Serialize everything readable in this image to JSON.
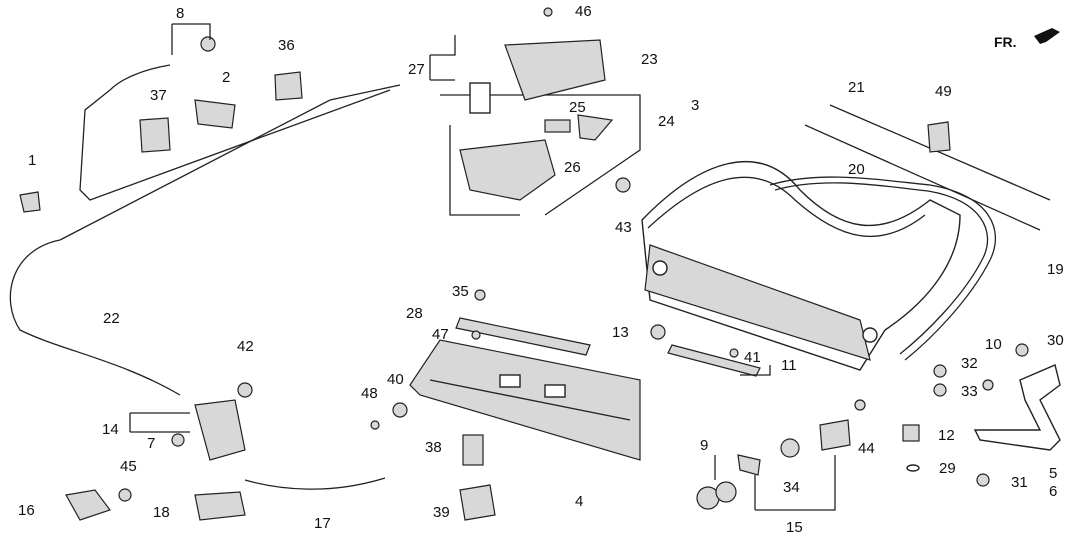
{
  "front_marker": "FR.",
  "callouts": [
    {
      "id": "c1",
      "label": "1"
    },
    {
      "id": "c2",
      "label": "2"
    },
    {
      "id": "c3",
      "label": "3"
    },
    {
      "id": "c4",
      "label": "4"
    },
    {
      "id": "c5",
      "label": "5"
    },
    {
      "id": "c6",
      "label": "6"
    },
    {
      "id": "c7",
      "label": "7"
    },
    {
      "id": "c8",
      "label": "8"
    },
    {
      "id": "c9",
      "label": "9"
    },
    {
      "id": "c10",
      "label": "10"
    },
    {
      "id": "c11",
      "label": "11"
    },
    {
      "id": "c12",
      "label": "12"
    },
    {
      "id": "c13",
      "label": "13"
    },
    {
      "id": "c14",
      "label": "14"
    },
    {
      "id": "c15",
      "label": "15"
    },
    {
      "id": "c16",
      "label": "16"
    },
    {
      "id": "c17",
      "label": "17"
    },
    {
      "id": "c18",
      "label": "18"
    },
    {
      "id": "c19",
      "label": "19"
    },
    {
      "id": "c20",
      "label": "20"
    },
    {
      "id": "c21",
      "label": "21"
    },
    {
      "id": "c22",
      "label": "22"
    },
    {
      "id": "c23",
      "label": "23"
    },
    {
      "id": "c24",
      "label": "24"
    },
    {
      "id": "c25",
      "label": "25"
    },
    {
      "id": "c26",
      "label": "26"
    },
    {
      "id": "c27",
      "label": "27"
    },
    {
      "id": "c28",
      "label": "28"
    },
    {
      "id": "c29",
      "label": "29"
    },
    {
      "id": "c30",
      "label": "30"
    },
    {
      "id": "c31",
      "label": "31"
    },
    {
      "id": "c32",
      "label": "32"
    },
    {
      "id": "c33",
      "label": "33"
    },
    {
      "id": "c34",
      "label": "34"
    },
    {
      "id": "c35",
      "label": "35"
    },
    {
      "id": "c36",
      "label": "36"
    },
    {
      "id": "c37",
      "label": "37"
    },
    {
      "id": "c38",
      "label": "38"
    },
    {
      "id": "c39",
      "label": "39"
    },
    {
      "id": "c40",
      "label": "40"
    },
    {
      "id": "c41",
      "label": "41"
    },
    {
      "id": "c42",
      "label": "42"
    },
    {
      "id": "c43",
      "label": "43"
    },
    {
      "id": "c44",
      "label": "44"
    },
    {
      "id": "c45",
      "label": "45"
    },
    {
      "id": "c46",
      "label": "46"
    },
    {
      "id": "c47",
      "label": "47"
    },
    {
      "id": "c48",
      "label": "48"
    },
    {
      "id": "c49",
      "label": "49"
    }
  ]
}
